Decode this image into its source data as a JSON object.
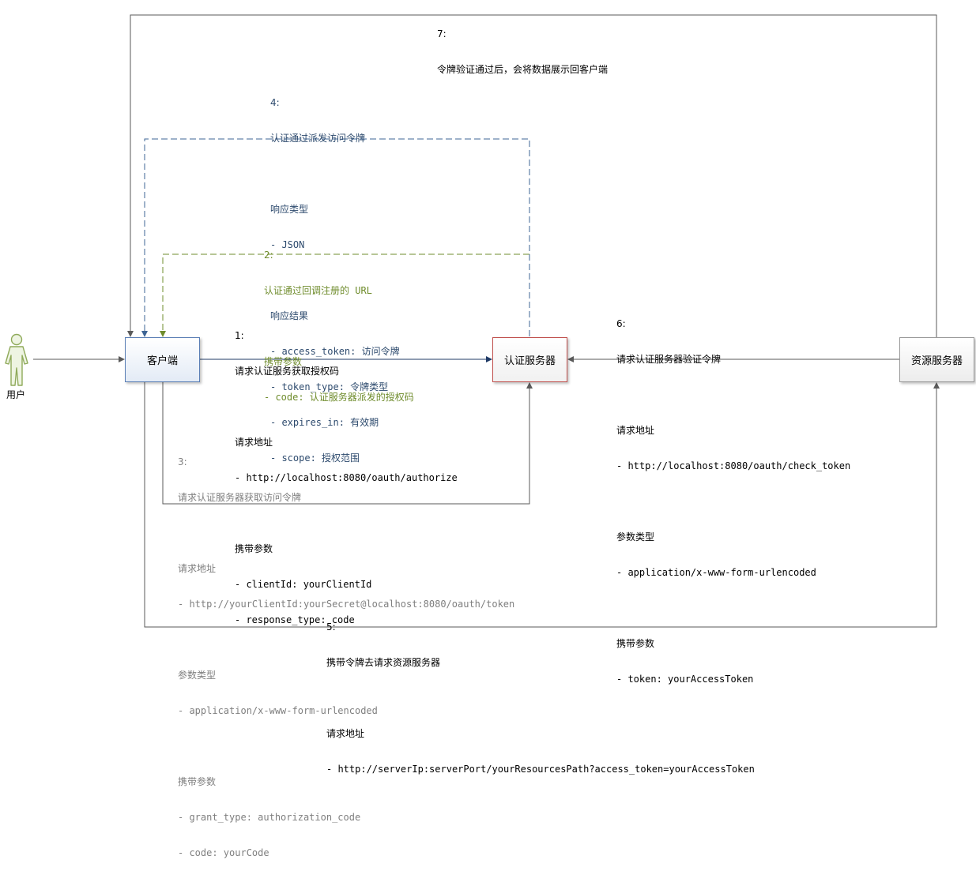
{
  "nodes": {
    "user": "用户",
    "client": "客户端",
    "auth_server": "认证服务器",
    "resource_server": "资源服务器"
  },
  "colors": {
    "step1": "#000000",
    "step2": "#6f8c2c",
    "step3": "#7f7f7f",
    "step4": "#2e4b6e",
    "client_border": "#5b7fb5",
    "auth_border": "#c0504d",
    "user_icon": "#8faa5a"
  },
  "step1": {
    "num": "1:",
    "title": "请求认证服务获取授权码",
    "addr_title": "请求地址",
    "addr": "- http://localhost:8080/oauth/authorize",
    "params_title": "携带参数",
    "param1": "- clientId: yourClientId",
    "param2": "- response_type: code"
  },
  "step2": {
    "num": "2:",
    "title": "认证通过回调注册的 URL",
    "params_title": "携带参数",
    "param1": "- code: 认证服务器派发的授权码"
  },
  "step3": {
    "num": "3:",
    "title": "请求认证服务器获取访问令牌",
    "addr_title": "请求地址",
    "addr": "- http://yourClientId:yourSecret@localhost:8080/oauth/token",
    "type_title": "参数类型",
    "type": "- application/x-www-form-urlencoded",
    "params_title": "携带参数",
    "param1": "- grant_type: authorization_code",
    "param2": "- code: yourCode"
  },
  "step4": {
    "num": "4:",
    "title": "认证通过派发访问令牌",
    "resp_type_title": "响应类型",
    "resp_type": "- JSON",
    "result_title": "响应结果",
    "result1": "- access_token: 访问令牌",
    "result2": "- token_type: 令牌类型",
    "result3": "- expires_in: 有效期",
    "result4": "- scope: 授权范围"
  },
  "step5": {
    "num": "5:",
    "title": "携带令牌去请求资源服务器",
    "addr_title": "请求地址",
    "addr": "- http://serverIp:serverPort/yourResourcesPath?access_token=yourAccessToken"
  },
  "step6": {
    "num": "6:",
    "title": "请求认证服务器验证令牌",
    "addr_title": "请求地址",
    "addr": "- http://localhost:8080/oauth/check_token",
    "type_title": "参数类型",
    "type": "- application/x-www-form-urlencoded",
    "params_title": "携带参数",
    "param1": "- token: yourAccessToken"
  },
  "step7": {
    "num": "7:",
    "title": "令牌验证通过后，会将数据展示回客户端"
  }
}
